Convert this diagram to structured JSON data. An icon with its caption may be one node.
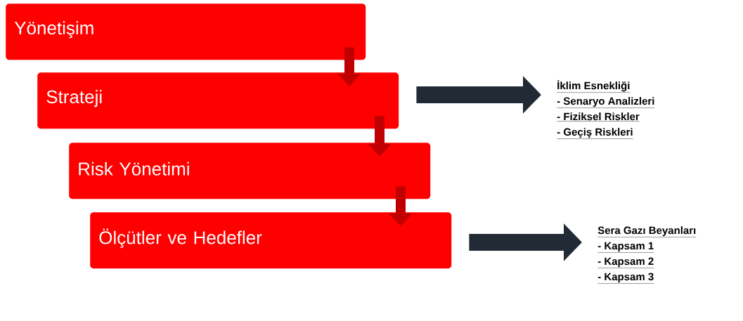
{
  "diagram": {
    "nodes": [
      {
        "text": [
          "Yönetişim"
        ]
      },
      {
        "text": [
          "Strateji"
        ]
      },
      {
        "text": [
          "Risk Yönetimi"
        ]
      },
      {
        "text": [
          "Ölçütler ve Hedefler"
        ]
      },
      {
        "text": [
          "İklim Esnekliği",
          "- Senaryo Analizleri",
          "- Fiziksel Riskler",
          "- Geçiş Riskleri"
        ]
      },
      {
        "text": [
          "Sera Gazı Beyanları",
          "- Kapsam 1",
          "- Kapsam 2",
          "- Kapsam 3"
        ]
      }
    ],
    "edges": [
      {
        "from": 0,
        "to": 1,
        "arrow": "to"
      },
      {
        "from": 1,
        "to": 2,
        "arrow": "to"
      },
      {
        "from": 2,
        "to": 3,
        "arrow": "to"
      },
      {
        "from": 1,
        "to": 4,
        "arrow": "to",
        "color": "#222a35"
      },
      {
        "from": 3,
        "to": 5,
        "arrow": "to",
        "color": "#222a35"
      }
    ]
  }
}
